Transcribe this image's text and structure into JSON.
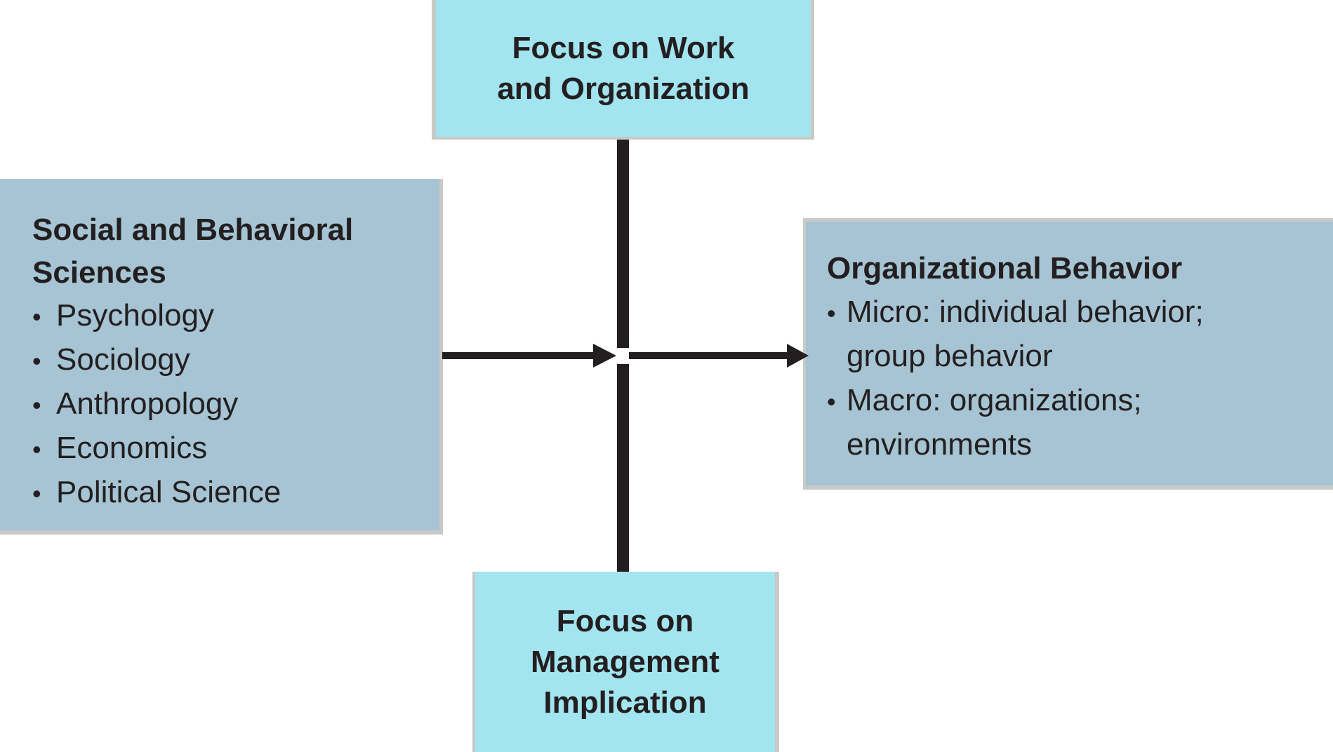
{
  "colors": {
    "box-cyan": "#a2e4ef",
    "box-bluegray": "#a6c4d3",
    "box-border": "#c9c9c7",
    "ink": "#231f20"
  },
  "boxes": {
    "top": {
      "line1": "Focus on Work",
      "line2": "and Organization"
    },
    "left": {
      "title_line1": "Social and Behavioral",
      "title_line2": "Sciences",
      "bullet_char": "•",
      "bullets": [
        "Psychology",
        "Sociology",
        "Anthropology",
        "Economics",
        "Political Science"
      ]
    },
    "right": {
      "title": "Organizational Behavior",
      "bullet_char": "•",
      "bullets": [
        {
          "line1": "Micro: individual behavior;",
          "line2": "group behavior"
        },
        {
          "line1": "Macro: organizations;",
          "line2": "environments"
        }
      ]
    },
    "bottom": {
      "line1": "Focus on",
      "line2": "Management",
      "line3": "Implication"
    }
  }
}
